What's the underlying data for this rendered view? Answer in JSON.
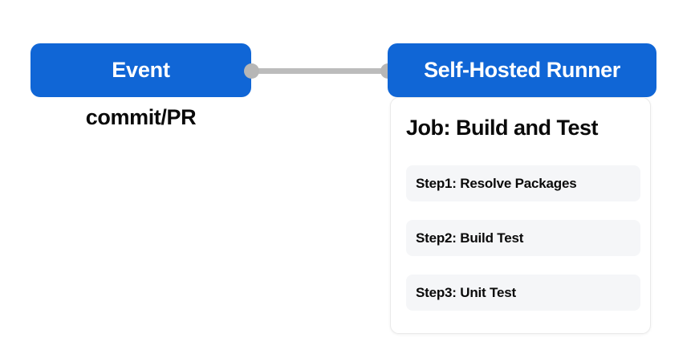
{
  "diagram": {
    "background_color": "#ffffff",
    "accent_color": "#1066d6",
    "connector_color": "#b6b6b6",
    "step_background_color": "#f5f6f8"
  },
  "event_node": {
    "label": "Event",
    "sublabel": "commit/PR"
  },
  "connector": {
    "start_dot_name": "connector-start-dot",
    "end_dot_name": "connector-end-dot"
  },
  "runner_node": {
    "header_label": "Self-Hosted Runner",
    "job_title": "Job: Build and Test",
    "steps": [
      {
        "label": "Step1: Resolve Packages"
      },
      {
        "label": "Step2: Build Test"
      },
      {
        "label": "Step3: Unit Test"
      }
    ]
  }
}
